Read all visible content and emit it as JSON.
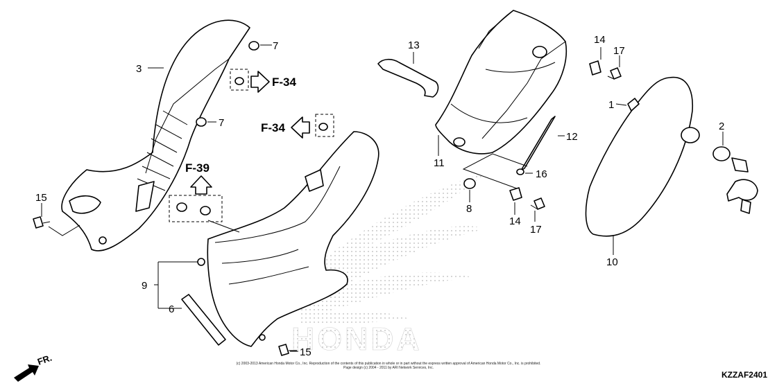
{
  "labels": {
    "p1": "1",
    "p2": "2",
    "p3": "3",
    "p6": "6",
    "p7a": "7",
    "p7b": "7",
    "p8": "8",
    "p9": "9",
    "p10": "10",
    "p11": "11",
    "p12": "12",
    "p13": "13",
    "p14a": "14",
    "p14b": "14",
    "p15a": "15",
    "p15b": "15",
    "p16": "16",
    "p17a": "17",
    "p17b": "17"
  },
  "refs": {
    "f34_right": "F-34",
    "f34_left": "F-34",
    "f39": "F-39"
  },
  "direction": "FR.",
  "watermark": "HONDA",
  "copyright_line1": "(c) 2003-2013 American Honda Motor Co., Inc. Reproduction of the contents of this publication in whole or in part without the express written approval of American Honda Motor Co., Inc. is prohibited.",
  "copyright_line2": "Page design (c) 2004 - 2011 by ARI Network Services, Inc.",
  "diagram_code": "KZZAF2401"
}
